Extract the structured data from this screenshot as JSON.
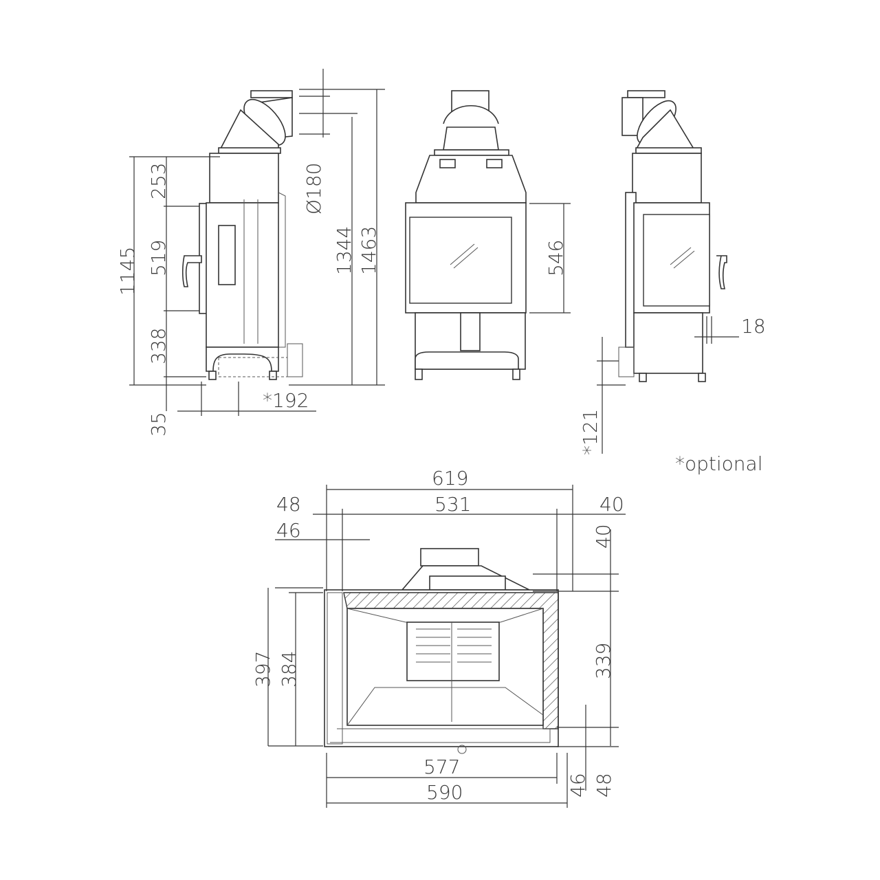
{
  "side_view_left": {
    "height_total": "1145",
    "flue_to_door_top": "253",
    "door_height": "519",
    "base_height": "338",
    "foot_height": "35",
    "optional_rear_offset": "*192",
    "flue_diameter": "Ø180",
    "flue_outlet_height": "1344",
    "overall_height": "1463"
  },
  "front_view": {
    "glass_height": "546"
  },
  "side_view_right": {
    "frame_depth": "18",
    "optional_offset": "*121"
  },
  "note": "*optional",
  "plan_view": {
    "overall_width": "619",
    "inner_width": "531",
    "left_offset_outer": "48",
    "left_offset_inner": "46",
    "right_offset": "40",
    "rear_offset": "40",
    "depth_outer": "397",
    "depth_inner": "384",
    "right_depth": "339",
    "front_width_inner": "577",
    "front_width_outer": "590",
    "front_offset_inner": "46",
    "front_offset_outer": "48"
  }
}
